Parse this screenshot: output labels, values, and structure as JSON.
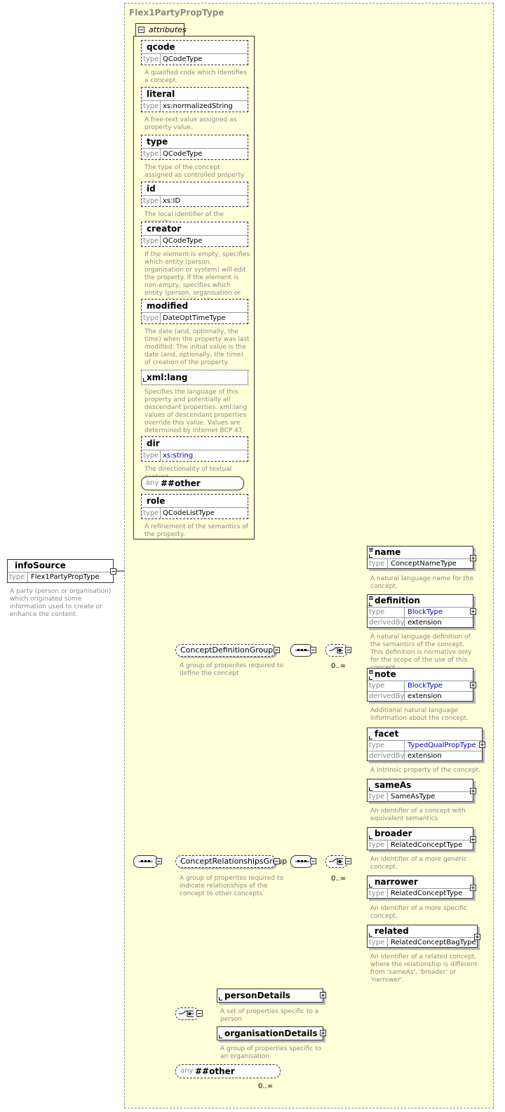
{
  "type_box": {
    "title": "Flex1PartyPropType"
  },
  "attributes_label": "attributes",
  "root": {
    "name": "infoSource",
    "type_key": "type",
    "type": "Flex1PartyPropType",
    "description": "A party (person or organisation) which originated some information used to create or enhance the content."
  },
  "attributes": [
    {
      "name": "qcode",
      "type_key": "type",
      "type": "QCodeType",
      "description": "A qualified code which identifies a concept."
    },
    {
      "name": "literal",
      "type_key": "type",
      "type": "xs:normalizedString",
      "description": "A free-text value assigned as property value."
    },
    {
      "name": "type",
      "type_key": "type",
      "type": "QCodeType",
      "description": "The type of the concept assigned as controlled property value."
    },
    {
      "name": "id",
      "type_key": "type",
      "type": "xs:ID",
      "description": "The local identifier of the property."
    },
    {
      "name": "creator",
      "type_key": "type",
      "type": "QCodeType",
      "description": "If the element is empty, specifies which entity (person, organisation or system) will edit the property. If the element is non-empty, specifies which entity (person, organisation or system) has edited the property."
    },
    {
      "name": "modified",
      "type_key": "type",
      "type": "DateOptTimeType",
      "description": "The date (and, optionally, the time) when the property was last modified. The initial value is the date (and, optionally, the time) of creation of the property."
    },
    {
      "name": "xml:lang",
      "type_key": "",
      "type": "",
      "description": "Specifies the language of this property and potentially all descendant properties. xml:lang values of descendant properties override this value. Values are determined by Internet BCP 47."
    },
    {
      "name": "dir",
      "type_key": "type",
      "type": "xs:string",
      "description": "The directionality of textual content."
    },
    {
      "name": "role",
      "type_key": "type",
      "type": "QCodeListType",
      "description": "A refinement of the semantics of the property."
    }
  ],
  "any_attribute": {
    "key": "any",
    "value": "##other"
  },
  "groups": {
    "definition": {
      "name": "ConceptDefinitionGroup",
      "description": "A group of properites required to define the concept",
      "occurrence": "0..∞"
    },
    "relationships": {
      "name": "ConceptRelationshipsGroup",
      "description": "A group of properites required to indicate relationships of the concept to other concepts",
      "occurrence": "0..∞"
    }
  },
  "definition_elements": [
    {
      "name": "name",
      "rows": [
        {
          "k": "type",
          "v": "ConceptNameType"
        }
      ],
      "description": "A natural language name for the concept."
    },
    {
      "name": "definition",
      "rows": [
        {
          "k": "type",
          "v": "BlockType"
        },
        {
          "k": "derivedBy",
          "v": "extension"
        }
      ],
      "description": "A natural language definition of the semantics of the concept. This definition is normative only for the scope of the use of this concept."
    },
    {
      "name": "note",
      "rows": [
        {
          "k": "type",
          "v": "BlockType"
        },
        {
          "k": "derivedBy",
          "v": "extension"
        }
      ],
      "description": "Additional natural language information about the concept."
    },
    {
      "name": "facet",
      "rows": [
        {
          "k": "type",
          "v": "TypedQualPropType"
        },
        {
          "k": "derivedBy",
          "v": "extension"
        }
      ],
      "description": "A intrinsic property of the concept."
    }
  ],
  "relationship_elements": [
    {
      "name": "sameAs",
      "rows": [
        {
          "k": "type",
          "v": "SameAsType"
        }
      ],
      "description": "An identifier of a concept with equivalent semantics"
    },
    {
      "name": "broader",
      "rows": [
        {
          "k": "type",
          "v": "RelatedConceptType"
        }
      ],
      "description": "An identifier of a more generic concept."
    },
    {
      "name": "narrower",
      "rows": [
        {
          "k": "type",
          "v": "RelatedConceptType"
        }
      ],
      "description": "An identifier of a more specific concept."
    },
    {
      "name": "related",
      "rows": [
        {
          "k": "type",
          "v": "RelatedConceptBagType"
        }
      ],
      "description": "An identifier of a related concept, where the relationship is different from 'sameAs', 'broader' or 'narrower'."
    }
  ],
  "choice_elements": [
    {
      "name": "personDetails",
      "description": "A set of properties specific to a person"
    },
    {
      "name": "organisationDetails",
      "description": "A group of properties specific to an organisation"
    }
  ],
  "any_element": {
    "key": "any",
    "value": "##other",
    "occurrence": "0..∞"
  },
  "colors": {
    "type_background": "#ffffd9",
    "link_blue": "#0000cc",
    "muted": "#8a8a8a"
  }
}
